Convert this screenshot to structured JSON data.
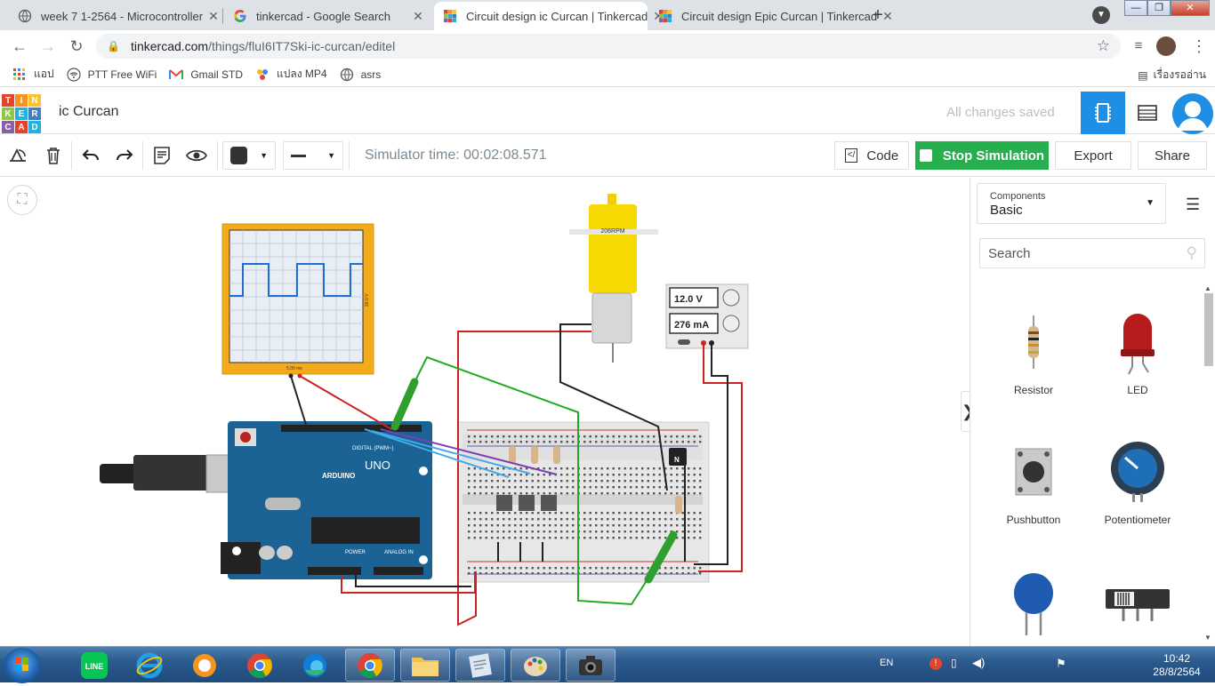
{
  "browser": {
    "tabs": [
      {
        "title": "week 7 1-2564 - Microcontroller",
        "icon": "globe-icon",
        "active": false
      },
      {
        "title": "tinkercad - Google Search",
        "icon": "google-icon",
        "active": false
      },
      {
        "title": "Circuit design ic Curcan | Tinkercad",
        "icon": "tinkercad-icon",
        "active": true
      },
      {
        "title": "Circuit design Epic Curcan | Tinkercad",
        "icon": "tinkercad-icon",
        "active": false
      }
    ],
    "url_host": "tinkercad.com",
    "url_path": "/things/fluI6IT7Ski-ic-curcan/editel",
    "bookmarks": [
      {
        "label": "แอป",
        "icon": "apps-grid-icon"
      },
      {
        "label": "PTT Free WiFi",
        "icon": "wifi-icon"
      },
      {
        "label": "Gmail STD",
        "icon": "gmail-icon"
      },
      {
        "label": "แปลง MP4",
        "icon": "converter-icon"
      },
      {
        "label": "asrs",
        "icon": "globe-icon"
      }
    ],
    "reading_list": "เรื่องรออ่าน"
  },
  "app": {
    "logo_letters": [
      "T",
      "I",
      "N",
      "K",
      "E",
      "R",
      "C",
      "A",
      "D"
    ],
    "logo_colors": [
      "#e2432a",
      "#f8931f",
      "#fcc330",
      "#91c544",
      "#20b3e0",
      "#3f7fc1",
      "#8a5fa8",
      "#e2432a",
      "#20b3e0"
    ],
    "project_name": "ic Curcan",
    "save_status": "All changes saved",
    "accent": "#1f8ee5"
  },
  "toolbar": {
    "simulator_time": "Simulator time: 00:02:08.571",
    "code_label": "Code",
    "stop_label": "Stop Simulation",
    "export_label": "Export",
    "share_label": "Share",
    "stop_color": "#27ae4f"
  },
  "circuit": {
    "motor_label": "206RPM",
    "supply_voltage": "12.0 V",
    "supply_current": "276 mA",
    "scope_time": "5.00 ms",
    "scope_volts": "20.0 V",
    "arduino_brand": "ARDUINO",
    "arduino_model": "UNO",
    "arduino_digital": "DIGITAL (PWM~)",
    "arduino_power": "POWER",
    "arduino_analog": "ANALOG IN",
    "transistor_label": "N"
  },
  "panel": {
    "components_label": "Components",
    "components_value": "Basic",
    "search_placeholder": "Search",
    "items": [
      {
        "name": "Resistor"
      },
      {
        "name": "LED"
      },
      {
        "name": "Pushbutton"
      },
      {
        "name": "Potentiometer"
      },
      {
        "name": ""
      },
      {
        "name": ""
      }
    ]
  },
  "taskbar": {
    "language": "EN",
    "time": "10:42",
    "date": "28/8/2564"
  }
}
